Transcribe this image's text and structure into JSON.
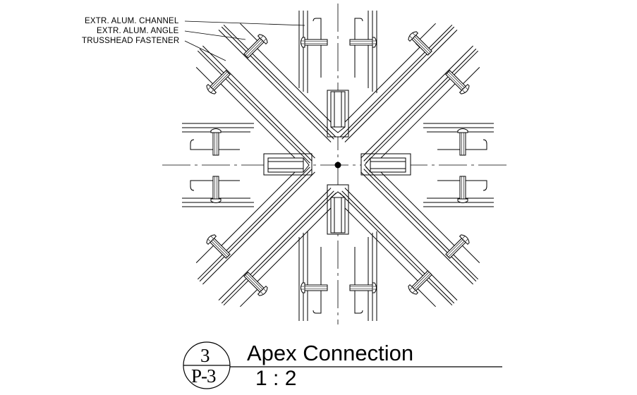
{
  "labels": {
    "channel": "EXTR. ALUM. CHANNEL",
    "angle": "EXTR. ALUM. ANGLE",
    "fastener": "TRUSSHEAD FASTENER"
  },
  "title_block": {
    "title": "Apex Connection",
    "scale": "1 : 2",
    "detail_number": "3",
    "sheet": "P-3"
  },
  "colors": {
    "line": "#000000",
    "background": "#ffffff"
  }
}
